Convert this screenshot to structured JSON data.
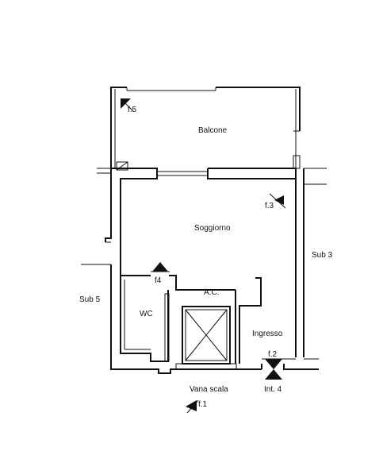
{
  "rooms": {
    "balcone": "Balcone",
    "soggiorno": "Soggiorno",
    "wc": "WC",
    "ingresso": "Ingresso",
    "ac": "A.C.",
    "vana_scala": "Vana scala",
    "int": "Int. 4"
  },
  "neighbors": {
    "sub3": "Sub 3",
    "sub5": "Sub 5"
  },
  "photo_markers": {
    "f1": "f.1",
    "f2": "f.2",
    "f3": "f.3",
    "f4": "f4",
    "f5": "f.5"
  }
}
